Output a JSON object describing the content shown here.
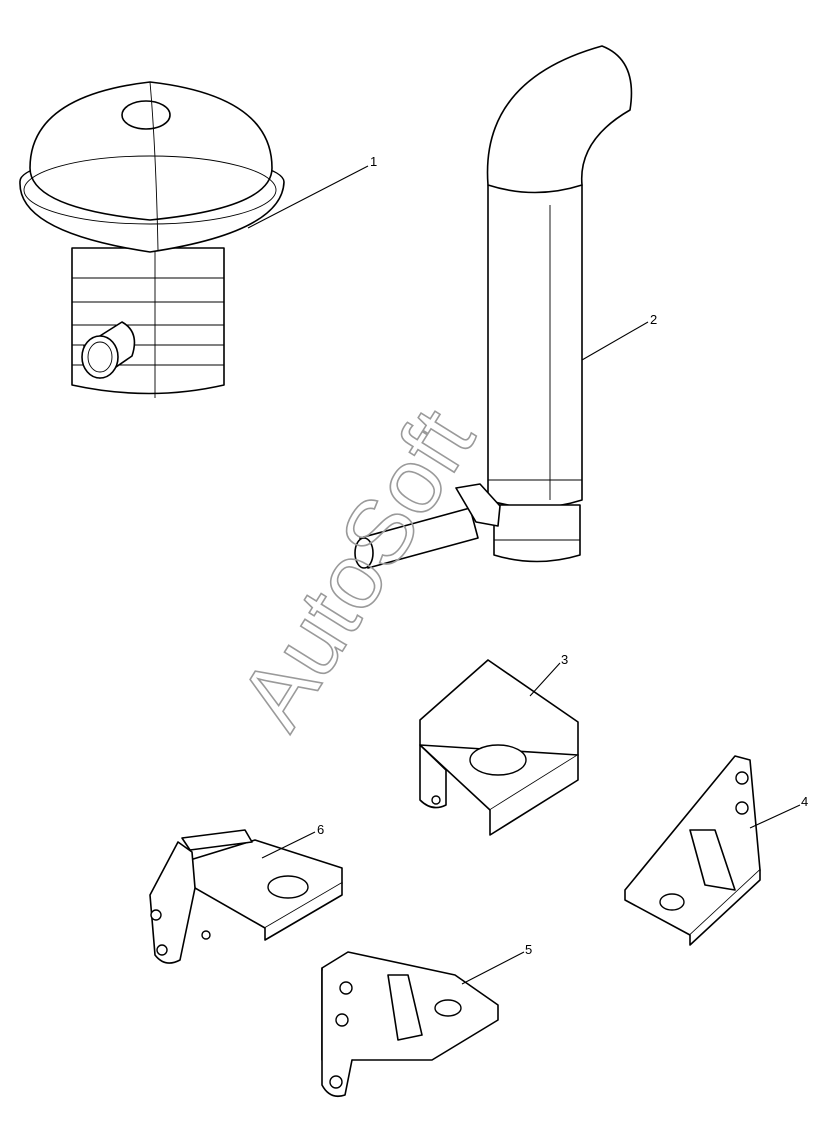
{
  "callouts": [
    "1",
    "2",
    "3",
    "4",
    "5",
    "6"
  ],
  "watermark": "AutoSoft"
}
